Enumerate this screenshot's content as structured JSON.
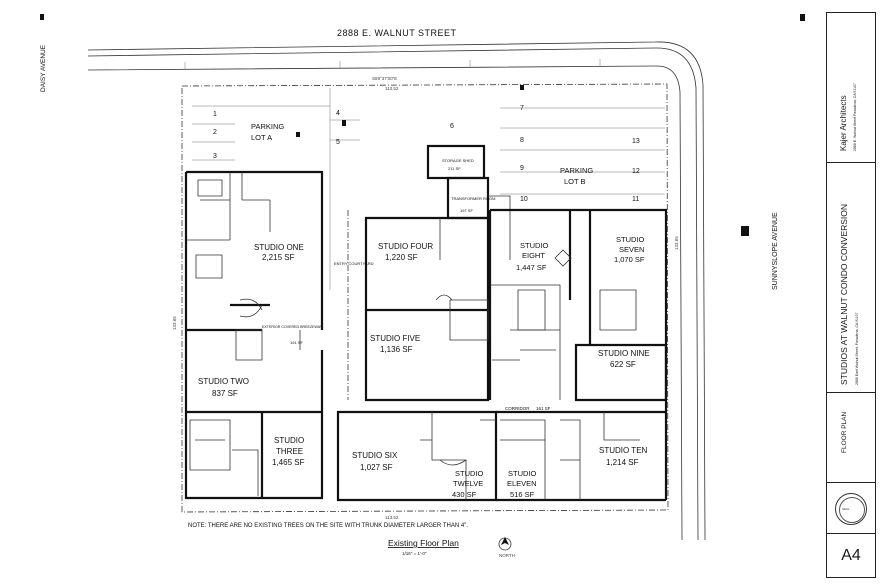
{
  "streets": {
    "north": "2888 E. WALNUT STREET",
    "west": "DAISY AVENUE",
    "east": "SUNNYSLOPE AVENUE"
  },
  "parking": [
    {
      "name": "PARKING LOT A",
      "line1": "PARKING",
      "line2": "LOT A",
      "stalls": [
        "1",
        "2",
        "3"
      ]
    },
    {
      "name": "PARKING LOT B",
      "line1": "PARKING",
      "line2": "LOT B",
      "stalls": [
        "4",
        "5",
        "6",
        "7",
        "8",
        "9",
        "10",
        "11",
        "12",
        "13"
      ]
    }
  ],
  "units": [
    {
      "id": "studio-one",
      "name": "STUDIO ONE",
      "name2": "",
      "area": "2,215 SF"
    },
    {
      "id": "studio-two",
      "name": "STUDIO TWO",
      "name2": "",
      "area": "837 SF"
    },
    {
      "id": "studio-three",
      "name": "STUDIO",
      "name2": "THREE",
      "area": "1,465 SF"
    },
    {
      "id": "studio-four",
      "name": "STUDIO FOUR",
      "name2": "",
      "area": "1,220 SF"
    },
    {
      "id": "studio-five",
      "name": "STUDIO FIVE",
      "name2": "",
      "area": "1,136 SF"
    },
    {
      "id": "studio-six",
      "name": "STUDIO SIX",
      "name2": "",
      "area": "1,027 SF"
    },
    {
      "id": "studio-seven",
      "name": "STUDIO",
      "name2": "SEVEN",
      "area": "1,070 SF"
    },
    {
      "id": "studio-eight",
      "name": "STUDIO",
      "name2": "EIGHT",
      "area": "1,447 SF"
    },
    {
      "id": "studio-nine",
      "name": "STUDIO NINE",
      "name2": "",
      "area": "622 SF"
    },
    {
      "id": "studio-ten",
      "name": "STUDIO TEN",
      "name2": "",
      "area": "1,214 SF"
    },
    {
      "id": "studio-eleven",
      "name": "STUDIO",
      "name2": "ELEVEN",
      "area": "516 SF"
    },
    {
      "id": "studio-twelve",
      "name": "STUDIO",
      "name2": "TWELVE",
      "area": "430 SF"
    }
  ],
  "minor_labels": {
    "storage_shed": "STORAGE SHED",
    "storage_area": "211 SF",
    "transformer_room": "TRANSFORMER ROOM",
    "transformer_area": "197 SF",
    "entry_courtyard": "ENTRY COURTYARD",
    "exterior_covered_breezeway": "EXTERIOR COVERED BREEZEWAY",
    "breezeway_area": "191 SF",
    "corridor": "CORRIDOR",
    "corridor_area": "161 SF"
  },
  "dimensions": {
    "north_bearing": "S89°37'00\"E",
    "north_length": "113.52",
    "south_length": "113.52",
    "side_length": "133.65"
  },
  "note": "NOTE: THERE ARE NO EXISTING TREES ON THE SITE WITH TRUNK DIAMETER LARGER THAN 4\".",
  "drawing_title": "Existing Floor Plan",
  "scale": "1/16\" = 1'-0\"",
  "north_label": "NORTH",
  "title_block": {
    "firm": "Kajer Architects",
    "firm_detail": "2888 E. Walnut Street Pasadena, CA 91107",
    "project": "STUDIOS AT WALNUT CONDO CONVERSION",
    "project_detail": "2888 East Walnut Street, Pasadena, CA 91107",
    "sheet_title": "FLOOR PLAN",
    "sheet_number": "A4"
  },
  "colors": {
    "ink": "#111111",
    "paper": "#ffffff",
    "grey": "#777777"
  }
}
